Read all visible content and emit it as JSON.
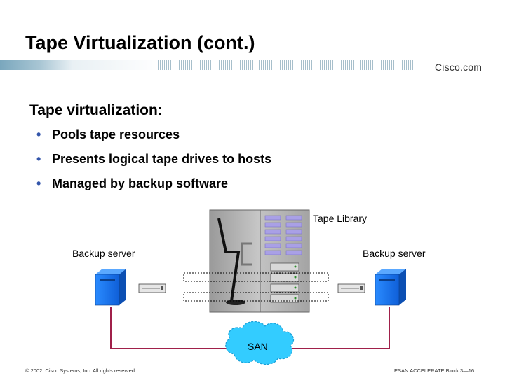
{
  "slide": {
    "title": "Tape Virtualization (cont.)",
    "brand": "Cisco.com",
    "heading": "Tape virtualization:",
    "bullets": [
      "Pools tape resources",
      "Presents logical tape drives to hosts",
      "Managed by backup software"
    ]
  },
  "diagram": {
    "tape_library_label": "Tape Library",
    "backup_server_left_label": "Backup server",
    "backup_server_right_label": "Backup server",
    "san_label": "SAN"
  },
  "footer": {
    "copyright": "© 2002, Cisco Systems, Inc. All rights reserved.",
    "page_ref": "ESAN ACCELERATE Block 3—16"
  },
  "colors": {
    "link_line": "#a0204a",
    "san_cloud": "#33ccff",
    "server_blue": "#1a6ff2",
    "bullet": "#3355aa",
    "library_gray": "#b8b8b8",
    "slot_purple": "#a9a0e6"
  }
}
